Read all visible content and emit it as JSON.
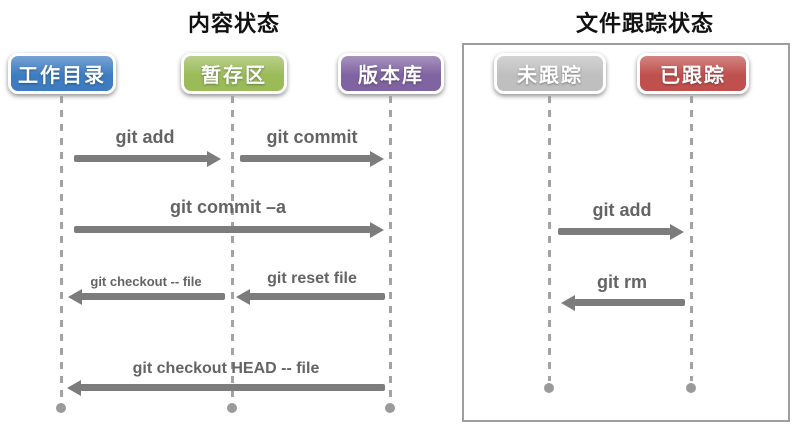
{
  "left_panel": {
    "title": "内容状态",
    "columns": [
      {
        "label": "工作目录",
        "color": "#3d7cc1"
      },
      {
        "label": "暂存区",
        "color": "#9bbb59"
      },
      {
        "label": "版本库",
        "color": "#8064a2"
      }
    ],
    "arrows": [
      {
        "label": "git add",
        "from": "工作目录",
        "to": "暂存区",
        "direction": "right"
      },
      {
        "label": "git commit",
        "from": "暂存区",
        "to": "版本库",
        "direction": "right"
      },
      {
        "label": "git commit –a",
        "from": "工作目录",
        "to": "版本库",
        "direction": "right"
      },
      {
        "label": "git checkout -- file",
        "from": "暂存区",
        "to": "工作目录",
        "direction": "left"
      },
      {
        "label": "git reset file",
        "from": "版本库",
        "to": "暂存区",
        "direction": "left"
      },
      {
        "label": "git checkout HEAD -- file",
        "from": "版本库",
        "to": "工作目录",
        "direction": "left"
      }
    ]
  },
  "right_panel": {
    "title": "文件跟踪状态",
    "columns": [
      {
        "label": "未跟踪",
        "color": "#bfbfbf"
      },
      {
        "label": "已跟踪",
        "color": "#c0504d"
      }
    ],
    "arrows": [
      {
        "label": "git add",
        "from": "未跟踪",
        "to": "已跟踪",
        "direction": "right"
      },
      {
        "label": "git rm",
        "from": "已跟踪",
        "to": "未跟踪",
        "direction": "left"
      }
    ]
  },
  "style_colors": {
    "arrow": "#7c7c7c",
    "lifeline": "#a3a3a3",
    "command_text": "#646464",
    "panel_border": "#9e9e9e"
  }
}
